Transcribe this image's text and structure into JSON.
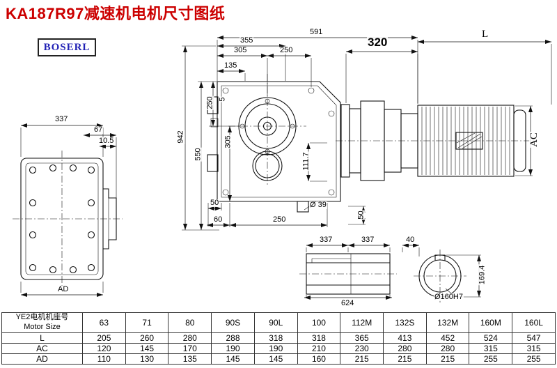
{
  "title": "KA187R97减速机电机尺寸图纸",
  "logo": "BOSERL",
  "dims": {
    "left_width": "337",
    "left_67": "67",
    "left_10_5": "10.5",
    "left_ad": "AD",
    "front_591": "591",
    "front_355": "355",
    "front_305": "305",
    "front_250_top": "250",
    "front_135": "135",
    "front_250_vert": "250",
    "front_5": "5",
    "front_305_vert": "305",
    "front_550": "550",
    "front_942": "942",
    "front_111_7": "111.7",
    "front_50_left": "50",
    "front_60": "60",
    "front_250_bottom": "250",
    "front_shaft_dia": "Ø 39",
    "front_50_right": "50",
    "motor_320": "320",
    "motor_length": "L",
    "motor_ac": "AC",
    "shaft_337_left": "337",
    "shaft_337_right": "337",
    "shaft_40": "40",
    "shaft_624": "624",
    "bore_169_4": "169.4",
    "bore_dia": "Ø160H7"
  },
  "table": {
    "row_header_cn": "YE2电机机座号",
    "row_header_en": "Motor Size",
    "frame_sizes": [
      "63",
      "71",
      "80",
      "90S",
      "90L",
      "100",
      "112M",
      "132S",
      "132M",
      "160M",
      "160L"
    ],
    "rows": [
      {
        "label": "L",
        "values": [
          "205",
          "260",
          "280",
          "288",
          "318",
          "318",
          "365",
          "413",
          "452",
          "524",
          "547"
        ]
      },
      {
        "label": "AC",
        "values": [
          "120",
          "145",
          "170",
          "190",
          "190",
          "210",
          "230",
          "280",
          "280",
          "315",
          "315"
        ]
      },
      {
        "label": "AD",
        "values": [
          "110",
          "130",
          "135",
          "145",
          "145",
          "160",
          "215",
          "215",
          "215",
          "255",
          "255"
        ]
      }
    ]
  },
  "colors": {
    "title": "#cc0000",
    "logo_text": "#2121b5",
    "line": "#111111",
    "background": "#ffffff"
  }
}
